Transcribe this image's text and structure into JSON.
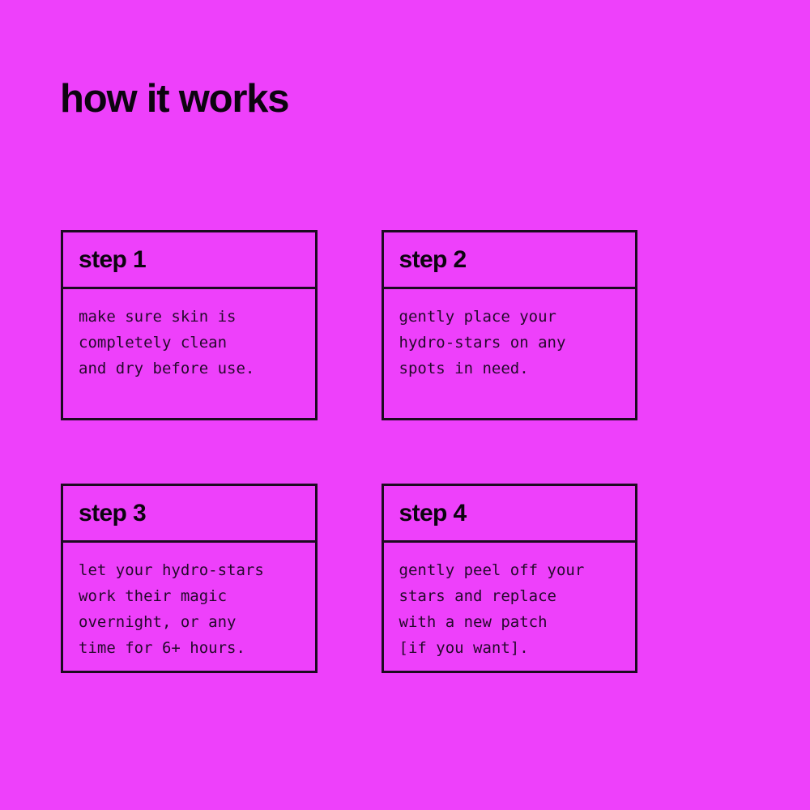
{
  "theme": {
    "background_color": "#ee40fb",
    "border_color": "#1c0a20",
    "title_color": "#0d0410",
    "body_text_color": "#24092b"
  },
  "header": {
    "title": "how it works"
  },
  "cards": [
    {
      "step_label": "step 1",
      "lines": [
        "make sure skin is",
        "completely clean",
        "and dry before use."
      ]
    },
    {
      "step_label": "step 2",
      "lines": [
        "gently place your",
        "hydro-stars on any",
        "spots in need."
      ]
    },
    {
      "step_label": "step 3",
      "lines": [
        "let your hydro-stars",
        "work their magic",
        "overnight, or any",
        "time for 6+ hours."
      ]
    },
    {
      "step_label": "step 4",
      "lines": [
        "gently peel off your",
        "stars and replace",
        "with a new patch",
        "[if you want]."
      ]
    }
  ]
}
